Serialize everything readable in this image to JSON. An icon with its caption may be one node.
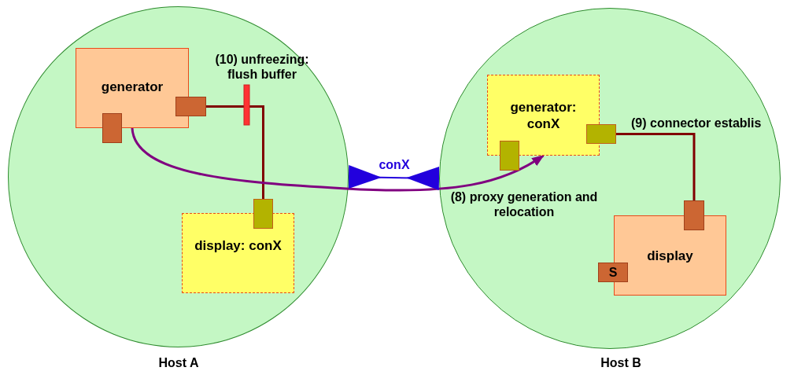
{
  "diagram": {
    "nodes": [
      {
        "text": [
          "Host A"
        ]
      },
      {
        "text": [
          "generator"
        ],
        "in": 0
      },
      {
        "text": [],
        "shape": "box",
        "in": 0
      },
      {
        "text": [],
        "shape": "box",
        "in": 0
      },
      {
        "text": [
          "display: conX"
        ],
        "in": 0
      },
      {
        "text": [],
        "shape": "box",
        "in": 0
      },
      {
        "text": [
          "Host B"
        ]
      },
      {
        "text": [
          "generator: conX"
        ],
        "in": 6
      },
      {
        "text": [],
        "shape": "box",
        "in": 6
      },
      {
        "text": [],
        "shape": "box",
        "in": 6
      },
      {
        "text": [
          "display"
        ],
        "in": 6
      },
      {
        "text": [],
        "shape": "box",
        "in": 6
      },
      {
        "text": [
          "S"
        ],
        "in": 6
      }
    ],
    "edges": [
      {
        "from": 3,
        "to": 5,
        "arrow": "none"
      },
      {
        "from": 1,
        "to": 7,
        "arrow": "to",
        "label": "(8) proxy generation and relocation",
        "color": "#800080"
      },
      {
        "from": 9,
        "to": 11,
        "arrow": "none",
        "label": "(9) connector establis"
      },
      {
        "from": 0,
        "to": 6,
        "arrow": "other",
        "label": "conX",
        "color": "#2200dd"
      }
    ],
    "labels": [
      "(10) unfreezing: flush buffer"
    ]
  }
}
